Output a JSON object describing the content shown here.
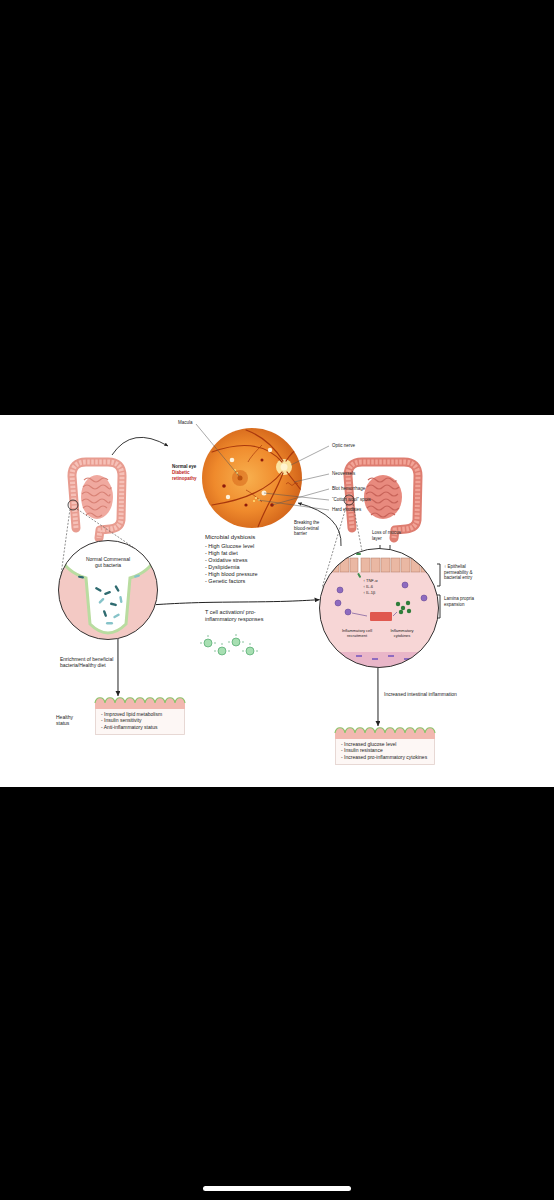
{
  "diagram": {
    "nodes": [
      {
        "text": [
          "Normal Commensal gut bacteria"
        ]
      },
      {
        "text": [
          "↑ TNF-α",
          "↑ IL-6",
          "↑ IL-1β",
          "Inflammatory cell recruitment",
          "Inflammatory cytokines"
        ]
      },
      {
        "text": [
          "- Improved lipid metabolism",
          "- Insulin sensitivity",
          "- Anti-inflammatory status"
        ]
      },
      {
        "text": [
          "- Increased glucose level",
          "- Insulin resistance",
          "- Increased pro-inflammatory cytokines"
        ]
      }
    ],
    "edges": [
      {
        "from": 0,
        "to": 1,
        "arrow": "to"
      },
      {
        "from": 0,
        "to": 2,
        "arrow": "to",
        "label": "Enrichment of beneficial bacteria/Healthy diet"
      },
      {
        "from": 1,
        "to": 3,
        "arrow": "to",
        "label": "Increased intestinal inflammation"
      }
    ],
    "labels": [
      "Macula",
      "Normal eye",
      "Diabetic retinopathy",
      "Optic nerve",
      "Neovessels",
      "Blot hemorrhage",
      "“Cotton wool” spots",
      "Hard exudates",
      "Microbial dysbiosis",
      "- High Glucose level",
      "- High fat diet",
      "- Oxidative stress",
      "- Dyslipidemia",
      "- High blood pressure",
      "- Genetic factors",
      "T cell activation/ pro-inflammatory responses",
      "Breaking the blood-retinal barrier",
      "Healthy status",
      "Loss of mucus layer",
      "↑ Epithelial permeability & bacterial entry",
      "Lamina propria expansion"
    ]
  }
}
